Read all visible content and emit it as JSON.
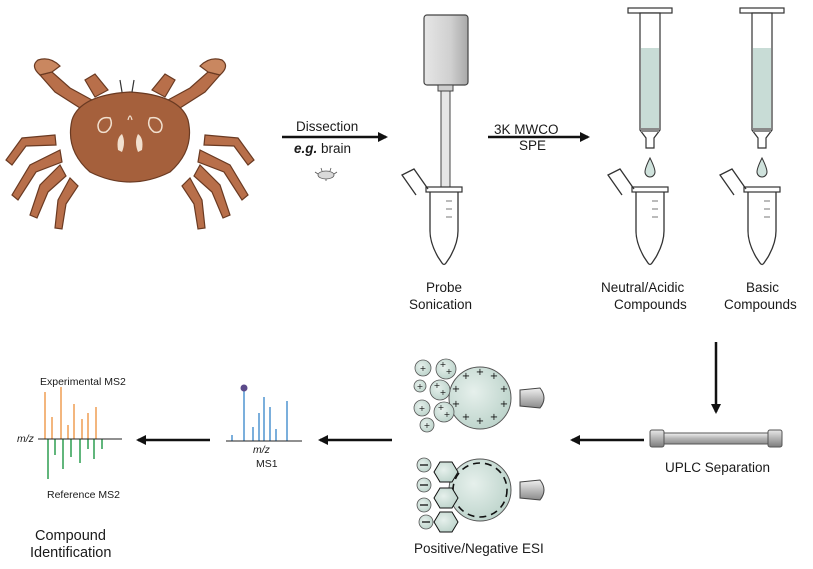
{
  "step_labels": {
    "dissection": "Dissection",
    "dissection_example_prefix": "e.g.",
    "dissection_example_tissue": "brain",
    "filtration_line1": "3K MWCO",
    "filtration_line2": "SPE",
    "probe_line1": "Probe",
    "probe_line2": "Sonication",
    "neutral_line1": "Neutral/Acidic",
    "neutral_line2": "Compounds",
    "basic_line1": "Basic",
    "basic_line2": "Compounds",
    "uplc": "UPLC Separation",
    "esi": "Positive/Negative ESI",
    "ms1_axis": "m/z",
    "ms1": "MS1",
    "experimental_ms2": "Experimental MS2",
    "reference_ms2": "Reference MS2",
    "mz_axis": "m/z",
    "compound_line1": "Compound",
    "compound_line2": "Identification"
  },
  "colors": {
    "crab_shell": "#b86f4a",
    "crab_dark": "#7a4028",
    "liquid": "#c8dcd6",
    "droplet": "#cfe2dc",
    "ms1_peaks": "#5a9bd4",
    "precursor_dot": "#5b4a8a",
    "experimental_peaks": "#f0a35e",
    "reference_peaks": "#3aa35b",
    "arrow": "#111111"
  },
  "icons": {
    "crab": "crab-illustration",
    "sonicator": "probe-sonicator-icon",
    "tube": "microcentrifuge-tube-icon",
    "spe_column": "spe-column-icon",
    "uplc_column": "uplc-column-icon",
    "positive_droplets": "positive-esi-droplets-icon",
    "negative_droplets": "negative-esi-droplets-icon",
    "ms1_spectrum": "ms1-spectrum-icon",
    "mirror_spectrum": "mirror-ms2-spectrum-icon"
  }
}
